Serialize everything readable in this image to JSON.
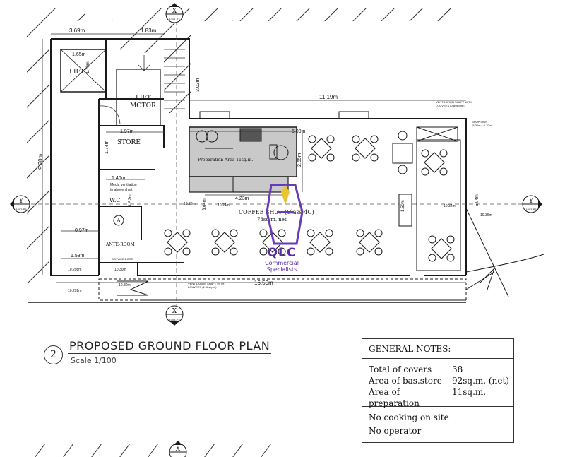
{
  "drawing": {
    "title": "PROPOSED GROUND FLOOR PLAN",
    "scale": "Scale 1/100",
    "number": "2"
  },
  "rooms": {
    "lift": "LIFT",
    "lift_motor_1": "LIFT",
    "lift_motor_2": "MOTOR",
    "store": "STORE",
    "wc": "W.C",
    "ante_room": "ANTE-ROOM",
    "prep_area": "Preparation Area 11sq.m.",
    "coffee_shop": "COFFEE SHOP (Class 4C)",
    "coffee_area": "73sq.m. net",
    "service_door": "SERVICE DOOR",
    "mech_vent_1": "Mech. ventilation",
    "mech_vent_2": "to above shaft",
    "vent_shaft_1": "VENTILATION SHAFT WITH",
    "vent_shaft_2": "LOUVRES (1.02sq.m.)",
    "vent_shaft_top_1": "VENTILATION SHAFT WITH",
    "vent_shaft_top_2": "LOUVRES (0.89sq.m.)",
    "shop_sign_1": "SHOP SIGN",
    "shop_sign_2": "(5.30m x 0.70m)",
    "wc_marker": "A"
  },
  "dimensions": {
    "d_369": "3.69m",
    "d_183": "1.83m",
    "d_165": "1.65m",
    "d_170": "1.70m",
    "d_303": "3.03m",
    "d_1119": "11.19m",
    "d_197": "1.97m",
    "d_174": "1.74m",
    "d_140": "1.40m",
    "d_152": "1.52m",
    "d_930": "9.30m",
    "d_097": "0.97m",
    "d_153": "1.53m",
    "d_599": "5.99m",
    "d_265": "2.65m",
    "d_423": "4.23m",
    "d_150": "1.50m",
    "d_594": "5.94m",
    "d_1650": "16.50m",
    "d_364": "3.64m",
    "lvl_10298": "10.298m",
    "lvl_10292": "10.292m",
    "lvl_1030a": "10.30m",
    "lvl_1030b": "10.30m",
    "lvl_1034": "10.34m",
    "lvl_1036": "10.36m",
    "lvl_1024": "10.24m",
    "lvl_1028": "10.28m"
  },
  "section_marks": {
    "x_letter": "X",
    "y_letter": "Y",
    "sheet_ref": "1003-P3"
  },
  "logo": {
    "name": "QLC",
    "line1": "Commercial",
    "line2": "Specialists"
  },
  "notes": {
    "heading": "GENERAL NOTES:",
    "rows": [
      {
        "label": "Total of covers",
        "value": "38"
      },
      {
        "label": "Area of bas.store",
        "value": "92sq.m. (net)"
      },
      {
        "label": "Area of preparation",
        "value": "11sq.m."
      }
    ],
    "footer": [
      "No cooking on site",
      "No operator"
    ]
  },
  "colors": {
    "logo_purple": "#5b2aa6",
    "logo_yellow": "#e8c531",
    "prep_fill": "#c9c9c9",
    "line": "#1a1a1a"
  }
}
